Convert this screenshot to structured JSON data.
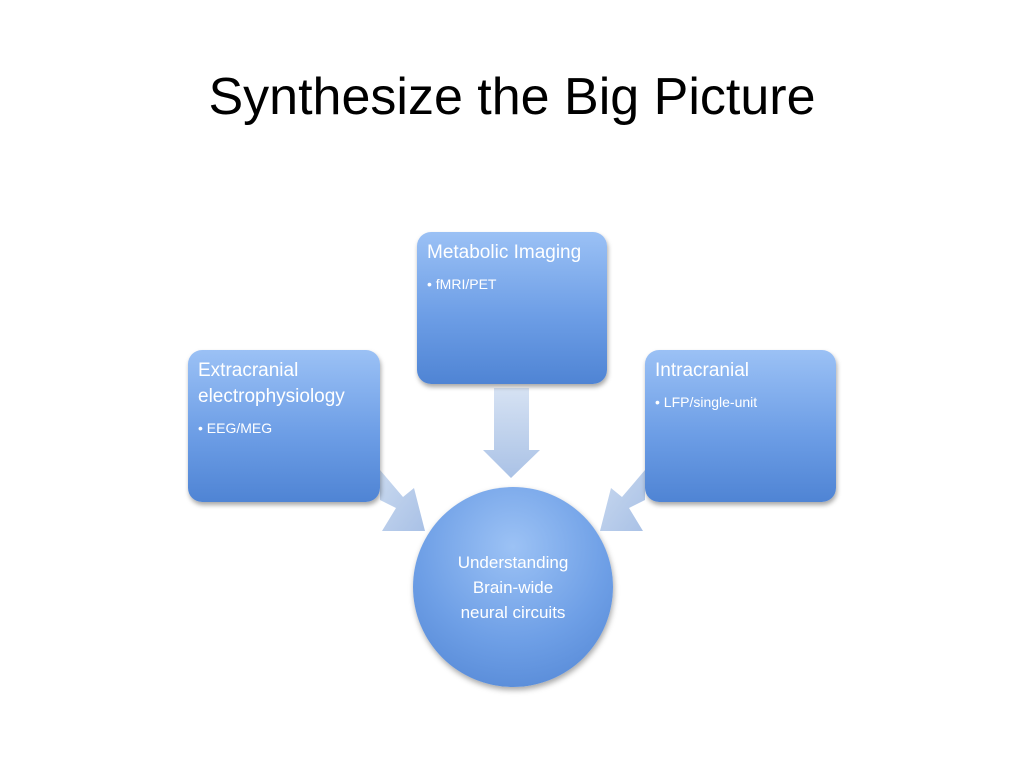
{
  "title": "Synthesize the Big Picture",
  "boxes": {
    "metabolic": {
      "title": "Metabolic Imaging",
      "bullet": "• fMRI/PET"
    },
    "extracranial": {
      "title": "Extracranial electrophysiology",
      "bullet": "• EEG/MEG"
    },
    "intracranial": {
      "title": "Intracranial",
      "bullet": "• LFP/single-unit"
    }
  },
  "center": {
    "text": "Understanding\nBrain-wide\nneural circuits"
  },
  "colors": {
    "box_top": "#9bc1f5",
    "box_bottom": "#4f84d4",
    "arrow": "#b3c9e8",
    "text_light": "#ffffff"
  }
}
